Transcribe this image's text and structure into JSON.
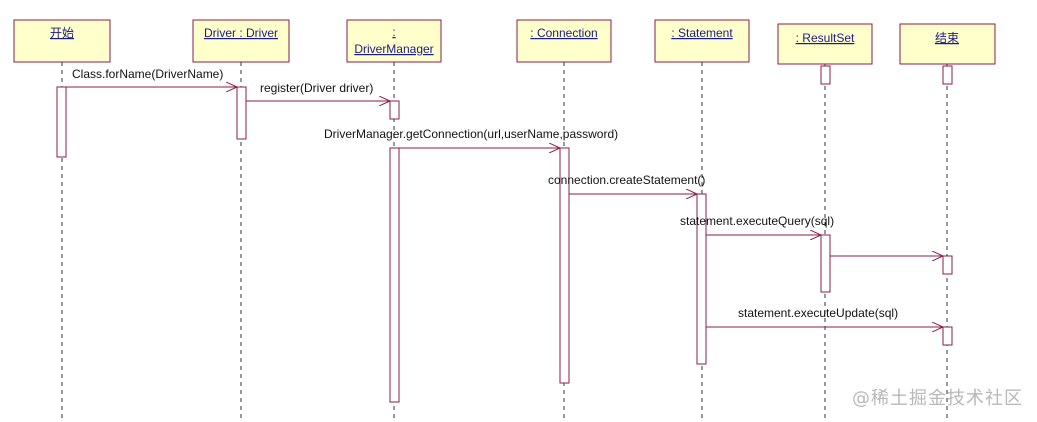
{
  "objects": [
    {
      "id": "start",
      "label": "开始"
    },
    {
      "id": "driver",
      "label": "Driver : Driver"
    },
    {
      "id": "drivermanager",
      "label": ":",
      "label2": "DriverManager"
    },
    {
      "id": "connection",
      "label": ": Connection"
    },
    {
      "id": "statement",
      "label": ": Statement"
    },
    {
      "id": "resultset",
      "label": ": ResultSet"
    },
    {
      "id": "end",
      "label": "结束"
    }
  ],
  "messages": [
    {
      "id": "class-forname",
      "label": "Class.forName(DriverName)"
    },
    {
      "id": "register",
      "label": "register(Driver driver)"
    },
    {
      "id": "get-connection",
      "label": "DriverManager.getConnection(url,userName,password)"
    },
    {
      "id": "create-statement",
      "label": "connection.createStatement()"
    },
    {
      "id": "execute-query",
      "label": "statement.executeQuery(sql)"
    },
    {
      "id": "result-return",
      "label": ""
    },
    {
      "id": "execute-update",
      "label": "statement.executeUpdate(sql)"
    }
  ],
  "watermark": "@稀土掘金技术社区",
  "colors": {
    "box_fill": "#ffffcc",
    "line": "#8b1e4d",
    "label": "#1a1a8c"
  }
}
